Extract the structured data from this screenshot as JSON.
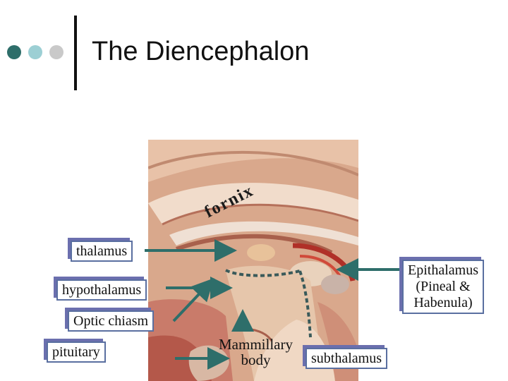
{
  "slide": {
    "title": "The Diencephalon",
    "bullet_colors": [
      "#2e6e6a",
      "#9ccfd4",
      "#c9c9c9"
    ],
    "accent_color": "#5a6fa0",
    "arrow_color": "#2e6e6a"
  },
  "labels": {
    "fornix": "fornix",
    "thalamus": "thalamus",
    "hypothalamus": "hypothalamus",
    "optic_chiasm": "Optic chiasm",
    "pituitary": "pituitary",
    "mammillary_line1": "Mammillary",
    "mammillary_line2": "body",
    "subthalamus": "subthalamus",
    "epithalamus_line1": "Epithalamus",
    "epithalamus_line2": "(Pineal &",
    "epithalamus_line3": "Habenula)"
  }
}
